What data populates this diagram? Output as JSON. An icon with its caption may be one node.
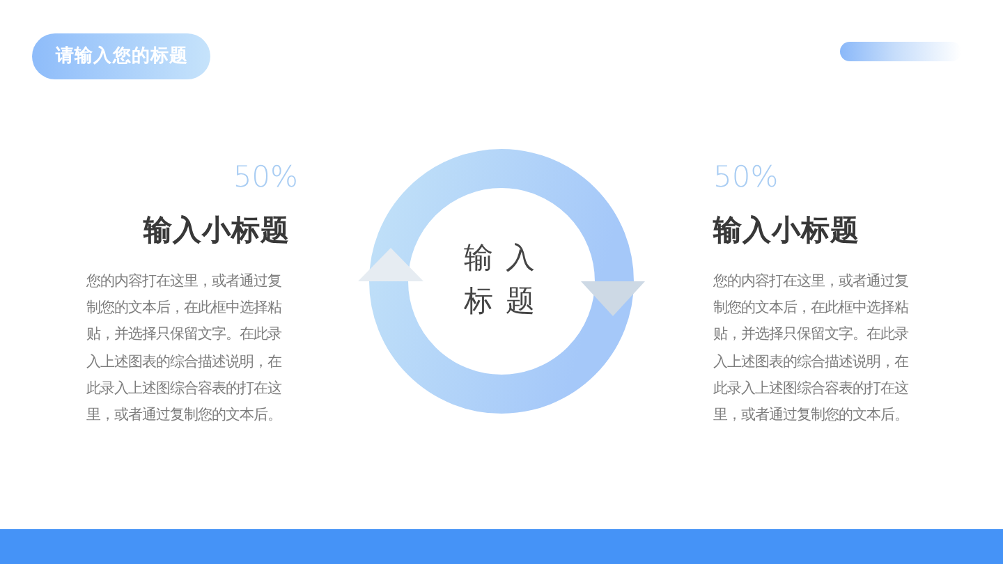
{
  "diagram": {
    "title": "请输入您的标题",
    "nodes": [
      {
        "text": [
          "输入标题"
        ]
      }
    ],
    "labels": [
      "50%",
      "输入小标题",
      "您的内容打在这里，或者通过复制您的文本后，在此框中选择粘贴，并选择只保留文字。在此录入上述图表的综合描述说明，在此录入上述图综合容表的打在这里，或者通过复制您的文本后。",
      "50%",
      "输入小标题",
      "您的内容打在这里，或者通过复制您的文本后，在此框中选择粘贴，并选择只保留文字。在此录入上述图表的综合描述说明，在此录入上述图综合容表的打在这里，或者通过复制您的文本后。"
    ]
  }
}
